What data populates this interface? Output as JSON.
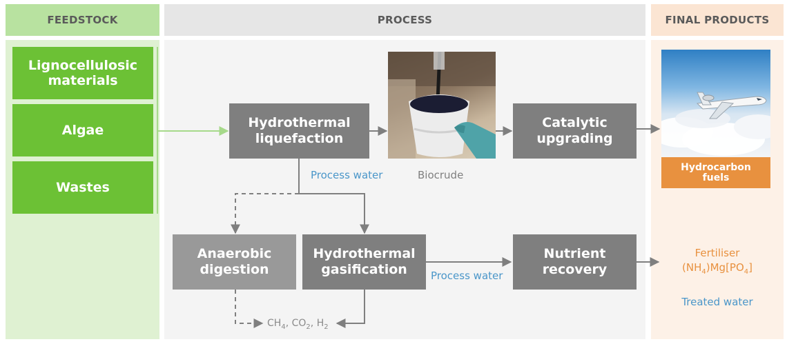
{
  "headers": {
    "feedstock": "FEEDSTOCK",
    "process": "PROCESS",
    "final_products": "FINAL PRODUCTS"
  },
  "feedstock": {
    "lignocellulosic": "Lignocellulosic materials",
    "algae": "Algae",
    "wastes": "Wastes"
  },
  "process": {
    "htl": "Hydrothermal liquefaction",
    "catalytic": "Catalytic upgrading",
    "anaerobic": "Anaerobic digestion",
    "htg": "Hydrothermal gasification",
    "nutrient": "Nutrient recovery"
  },
  "labels": {
    "process_water_1": "Process water",
    "biocrude": "Biocrude",
    "process_water_2": "Process water",
    "gases": "CH4, CO2, H2"
  },
  "products": {
    "hydrocarbon_fuels": "Hydrocarbon fuels",
    "fertiliser": "Fertiliser",
    "fertiliser_formula": "(NH4)Mg[PO4]",
    "treated_water": "Treated water"
  },
  "colors": {
    "feedstock_header_bg": "#b8e2a0",
    "feedstock_box": "#6cc135",
    "process_header_bg": "#e6e6e6",
    "process_bg": "#f4f4f4",
    "process_box": "#7f7f7f",
    "anaerobic_box": "#999999",
    "products_header_bg": "#fbe5d3",
    "products_bg": "#fdf1e7",
    "fuels_box": "#e8913f",
    "fertiliser_text": "#e8913f",
    "water_text": "#4a96c9"
  }
}
